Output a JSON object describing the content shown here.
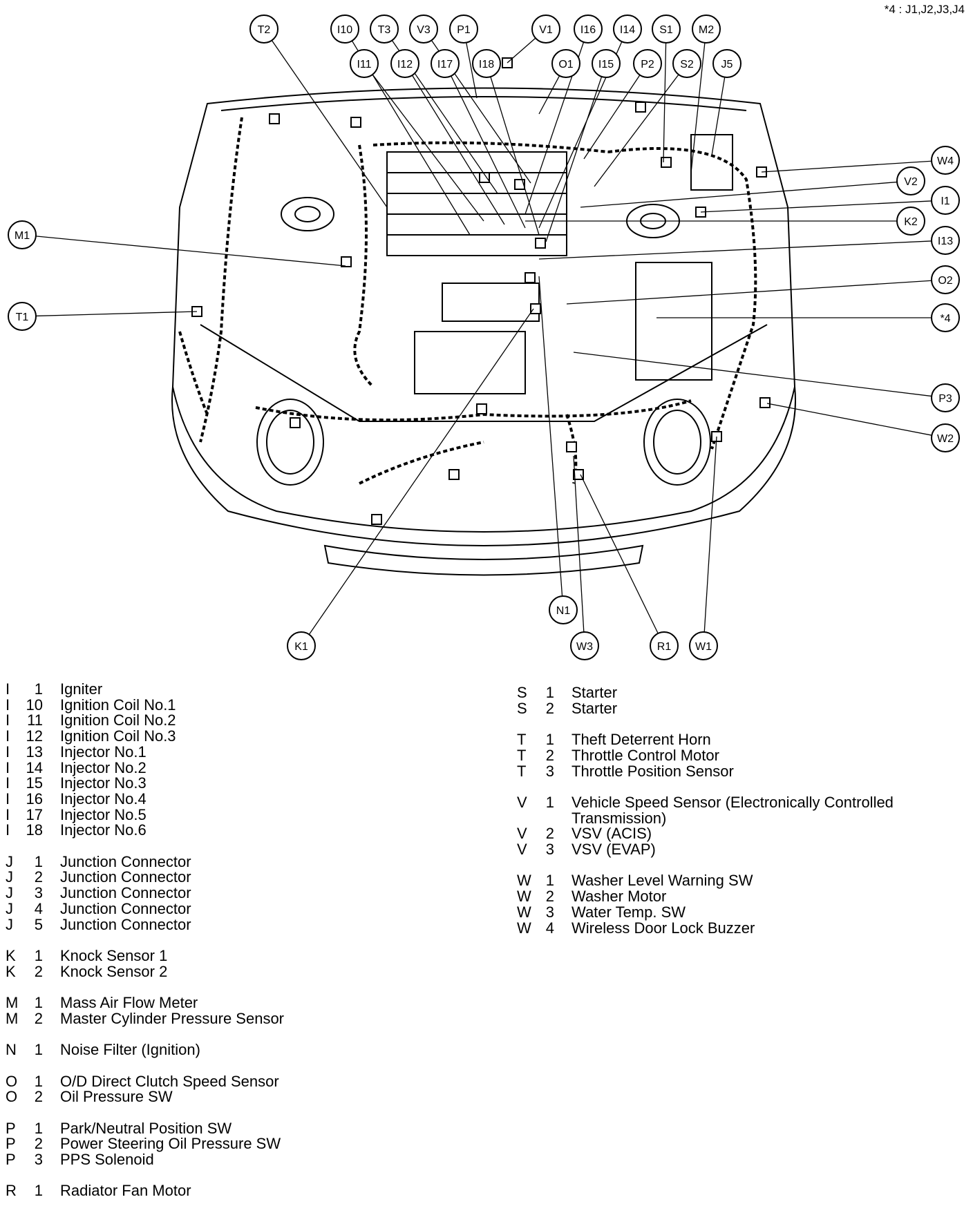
{
  "footnote": "*4 : J1,J2,J3,J4",
  "callouts": [
    "T2",
    "I10",
    "T3",
    "V3",
    "P1",
    "V1",
    "I16",
    "I14",
    "S1",
    "M2",
    "I11",
    "I12",
    "I17",
    "I18",
    "O1",
    "I15",
    "P2",
    "S2",
    "J5",
    "W4",
    "V2",
    "I1",
    "K2",
    "I13",
    "O2",
    "*4",
    "P3",
    "W2",
    "M1",
    "T1",
    "K1",
    "N1",
    "W3",
    "R1",
    "W1"
  ],
  "legend_left": [
    [
      [
        "I",
        "1",
        "Igniter"
      ],
      [
        "I",
        "10",
        "Ignition Coil No.1"
      ],
      [
        "I",
        "11",
        "Ignition Coil No.2"
      ],
      [
        "I",
        "12",
        "Ignition Coil No.3"
      ],
      [
        "I",
        "13",
        "Injector No.1"
      ],
      [
        "I",
        "14",
        "Injector No.2"
      ],
      [
        "I",
        "15",
        "Injector No.3"
      ],
      [
        "I",
        "16",
        "Injector No.4"
      ],
      [
        "I",
        "17",
        "Injector No.5"
      ],
      [
        "I",
        "18",
        "Injector No.6"
      ]
    ],
    [
      [
        "J",
        "1",
        "Junction Connector"
      ],
      [
        "J",
        "2",
        "Junction Connector"
      ],
      [
        "J",
        "3",
        "Junction Connector"
      ],
      [
        "J",
        "4",
        "Junction Connector"
      ],
      [
        "J",
        "5",
        "Junction Connector"
      ]
    ],
    [
      [
        "K",
        "1",
        "Knock Sensor 1"
      ],
      [
        "K",
        "2",
        "Knock Sensor 2"
      ]
    ],
    [
      [
        "M",
        "1",
        "Mass Air Flow Meter"
      ],
      [
        "M",
        "2",
        "Master Cylinder Pressure Sensor"
      ]
    ],
    [
      [
        "N",
        "1",
        "Noise Filter (Ignition)"
      ]
    ],
    [
      [
        "O",
        "1",
        "O/D Direct Clutch Speed Sensor"
      ],
      [
        "O",
        "2",
        "Oil Pressure SW"
      ]
    ],
    [
      [
        "P",
        "1",
        "Park/Neutral Position SW"
      ],
      [
        "P",
        "2",
        "Power Steering Oil Pressure SW"
      ],
      [
        "P",
        "3",
        "PPS Solenoid"
      ]
    ],
    [
      [
        "R",
        "1",
        "Radiator Fan Motor"
      ]
    ]
  ],
  "legend_right": [
    [
      [
        "S",
        "1",
        "Starter"
      ],
      [
        "S",
        "2",
        "Starter"
      ]
    ],
    [
      [
        "T",
        "1",
        "Theft Deterrent Horn"
      ],
      [
        "T",
        "2",
        "Throttle Control Motor"
      ],
      [
        "T",
        "3",
        "Throttle Position Sensor"
      ]
    ],
    [
      [
        "V",
        "1",
        "Vehicle Speed Sensor (Electronically Controlled Transmission)"
      ],
      [
        "V",
        "2",
        "VSV (ACIS)"
      ],
      [
        "V",
        "3",
        "VSV (EVAP)"
      ]
    ],
    [
      [
        "W",
        "1",
        "Washer Level Warning SW"
      ],
      [
        "W",
        "2",
        "Washer Motor"
      ],
      [
        "W",
        "3",
        "Water Temp. SW"
      ],
      [
        "W",
        "4",
        "Wireless Door Lock Buzzer"
      ]
    ]
  ]
}
